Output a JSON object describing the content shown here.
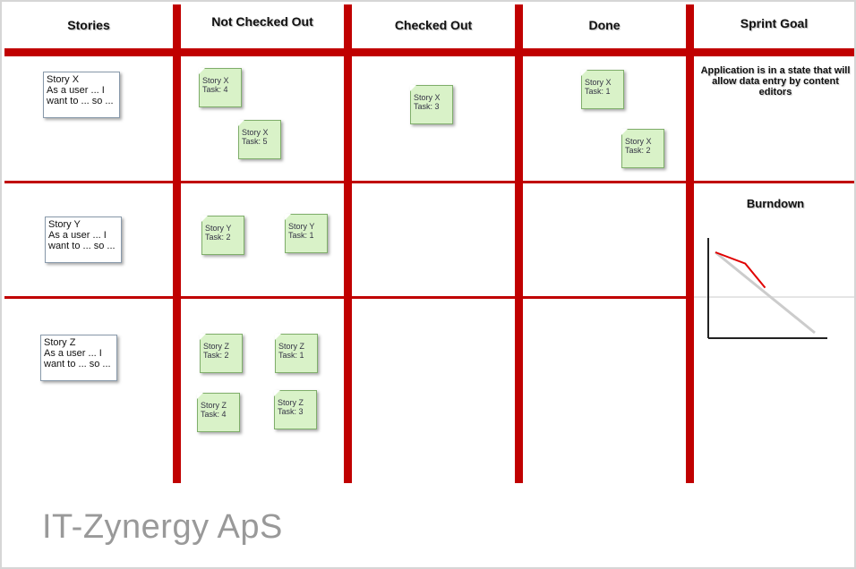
{
  "columns": {
    "stories": "Stories",
    "not_checked_out": "Not Checked Out",
    "checked_out": "Checked Out",
    "done": "Done",
    "sprint_goal": "Sprint Goal"
  },
  "stories": [
    {
      "text": "Story X\nAs a user ... I\nwant to ... so ..."
    },
    {
      "text": "Story Y\nAs a user ... I\nwant to ... so ..."
    },
    {
      "text": "Story Z\nAs a user ... I\nwant to ... so ..."
    }
  ],
  "tasks": {
    "x4": "Story X\nTask: 4",
    "x5": "Story X\nTask: 5",
    "x3": "Story X\nTask: 3",
    "x1": "Story X\nTask: 1",
    "x2": "Story X\nTask: 2",
    "y2": "Story Y\nTask: 2",
    "y1": "Story Y\nTask: 1",
    "z2": "Story Z\nTask: 2",
    "z1": "Story Z\nTask: 1",
    "z4": "Story Z\nTask: 4",
    "z3": "Story Z\nTask: 3"
  },
  "sprint_goal_text": "Application is in a state that will allow data entry by content editors",
  "burndown": {
    "title": "Burndown",
    "colors": {
      "actual": "#e00000",
      "ideal": "#cccccc",
      "axis": "#222222"
    },
    "ideal": [
      [
        0,
        100
      ],
      [
        100,
        0
      ]
    ],
    "actual": [
      [
        0,
        100
      ],
      [
        30,
        86
      ],
      [
        50,
        56
      ]
    ]
  },
  "footer": "IT-Zynergy ApS",
  "colors": {
    "grid": "#c00000",
    "task_fill": "#d9f2c8"
  }
}
